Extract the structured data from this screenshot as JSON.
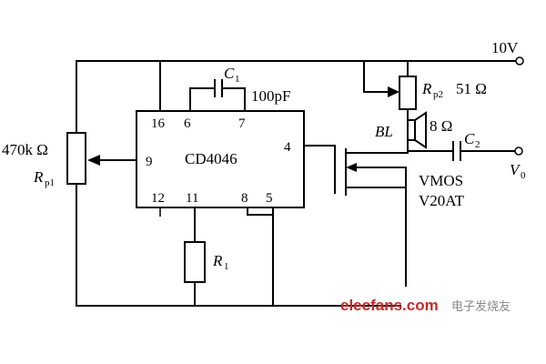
{
  "supply": {
    "label": "10V"
  },
  "ic": {
    "name": "CD4046",
    "pins": {
      "p16": "16",
      "p6": "6",
      "p7": "7",
      "p9": "9",
      "p4": "4",
      "p12": "12",
      "p11": "11",
      "p8": "8",
      "p5": "5"
    }
  },
  "c1": {
    "label": "C",
    "sub": "1",
    "value": "100pF"
  },
  "rp1": {
    "value": "470k Ω",
    "label": "R",
    "sub": "p1"
  },
  "rp2": {
    "label": "R",
    "sub": "p2",
    "value": "51 Ω"
  },
  "speaker": {
    "label": "BL",
    "value": "8 Ω"
  },
  "c2": {
    "label": "C",
    "sub": "2"
  },
  "output": {
    "label": "V",
    "sub": "0"
  },
  "transistor": {
    "line1": "VMOS",
    "line2": "V20AT"
  },
  "r1": {
    "label": "R",
    "sub": "1"
  },
  "watermark": {
    "brand": "elecfans.com",
    "cn": "电子发烧友"
  }
}
